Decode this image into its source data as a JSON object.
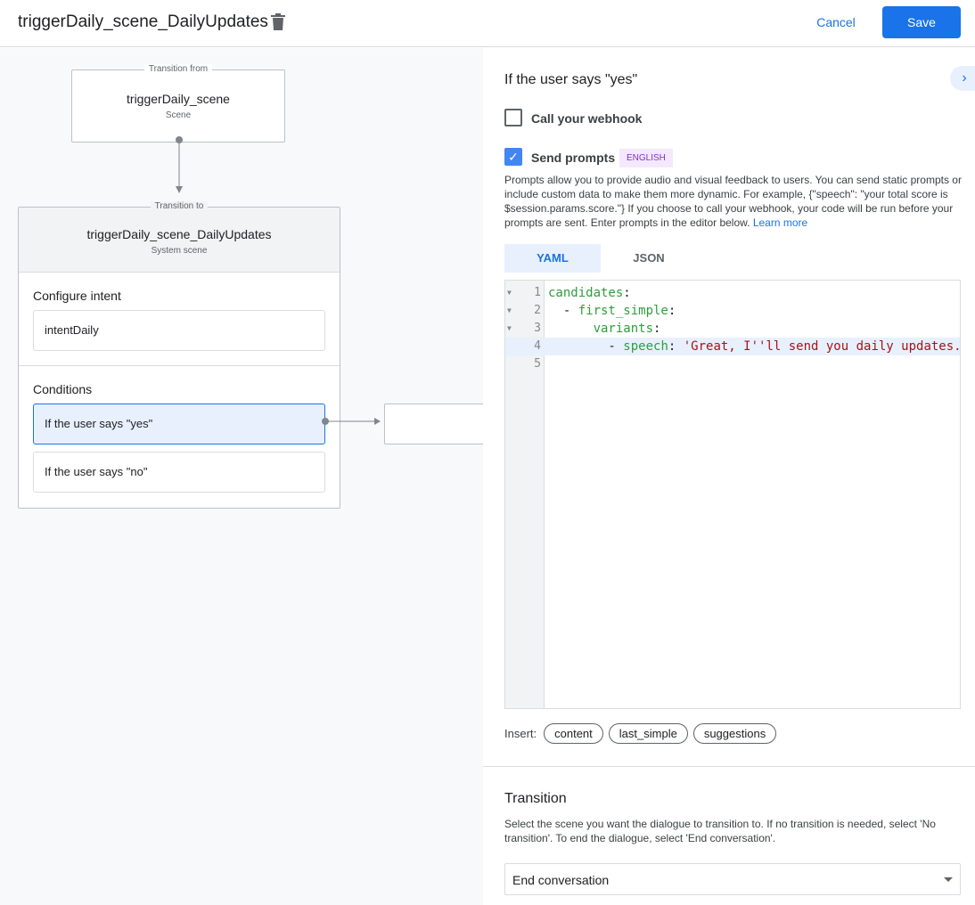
{
  "header": {
    "title": "triggerDaily_scene_DailyUpdates",
    "cancel": "Cancel",
    "save": "Save"
  },
  "canvas": {
    "from": {
      "label": "Transition from",
      "name": "triggerDaily_scene",
      "type": "Scene"
    },
    "to": {
      "label": "Transition to",
      "name": "triggerDaily_scene_DailyUpdates",
      "type": "System scene"
    },
    "intent_heading": "Configure intent",
    "intent": "intentDaily",
    "conditions_heading": "Conditions",
    "conditions": [
      "If the user says \"yes\"",
      "If the user says \"no\""
    ]
  },
  "panel": {
    "heading": "If the user says \"yes\"",
    "webhook_label": "Call your webhook",
    "webhook_checked": false,
    "prompts_label": "Send prompts",
    "prompts_checked": true,
    "language_badge": "ENGLISH",
    "description": "Prompts allow you to provide audio and visual feedback to users. You can send static prompts or include custom data to make them more dynamic. For example, {\"speech\": \"your total score is $session.params.score.\"} If you choose to call your webhook, your code will be run before your prompts are sent. Enter prompts in the editor below.",
    "learn_more": "Learn more",
    "tabs": [
      "YAML",
      "JSON"
    ],
    "active_tab": "YAML",
    "code_lines": [
      {
        "n": "1",
        "key": "candidates",
        "rest": ":"
      },
      {
        "n": "2",
        "pre": "  - ",
        "key": "first_simple",
        "rest": ":"
      },
      {
        "n": "3",
        "pre": "      ",
        "key": "variants",
        "rest": ":"
      },
      {
        "n": "4",
        "pre": "        - ",
        "key": "speech",
        "rest": ": ",
        "str": "'Great, I''ll send you daily updates."
      },
      {
        "n": "5"
      }
    ],
    "insert_label": "Insert:",
    "insert_chips": [
      "content",
      "last_simple",
      "suggestions"
    ],
    "transition_heading": "Transition",
    "transition_desc": "Select the scene you want the dialogue to transition to. If no transition is needed, select 'No transition'. To end the dialogue, select 'End conversation'.",
    "transition_value": "End conversation"
  }
}
